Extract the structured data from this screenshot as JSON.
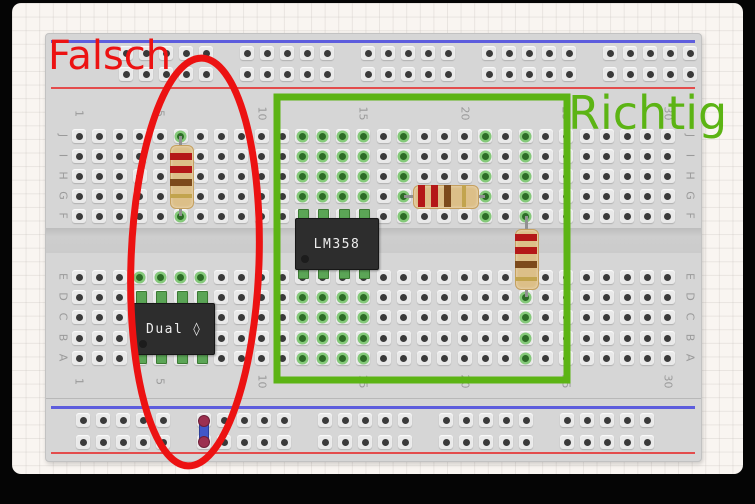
{
  "annotations": {
    "wrong_label": "Falsch",
    "wrong_color": "#ec1212",
    "right_label": "Richtig",
    "right_color": "#5cb414"
  },
  "board": {
    "row_labels_top": [
      "J",
      "I",
      "H",
      "G",
      "F"
    ],
    "row_labels_bottom": [
      "E",
      "D",
      "C",
      "B",
      "A"
    ],
    "column_numbers": [
      {
        "label": "1",
        "col": 1
      },
      {
        "label": "5",
        "col": 5
      },
      {
        "label": "10",
        "col": 10
      },
      {
        "label": "15",
        "col": 15
      },
      {
        "label": "20",
        "col": 20
      },
      {
        "label": "25",
        "col": 25
      },
      {
        "label": "30",
        "col": 30
      }
    ],
    "label_color": "#9a9a9a",
    "blue_line_color": "#5d5ddd",
    "red_line_color": "#e34c4c"
  },
  "components": {
    "ic_correct": {
      "label": "LM358",
      "body_color": "#2d2d2d",
      "text_color": "#ededed"
    },
    "ic_wrong": {
      "label": "Dual ◊",
      "body_color": "#2d2d2d",
      "text_color": "#ededed"
    },
    "resistor_body_color": "#dcbf88",
    "resistor_band_colors": [
      "#b41818",
      "#b41818",
      "#7c4a1c",
      "#c2a44e"
    ],
    "jumper_color": "#4157c9"
  },
  "connections": {
    "green_top": [
      {
        "col": 6,
        "rows": [
          "J",
          "F"
        ]
      },
      {
        "col": 12,
        "rows": [
          "J",
          "I",
          "H",
          "G"
        ]
      },
      {
        "col": 13,
        "rows": [
          "J",
          "I",
          "H",
          "G"
        ]
      },
      {
        "col": 14,
        "rows": [
          "J",
          "I",
          "H",
          "G"
        ]
      },
      {
        "col": 15,
        "rows": [
          "J",
          "I",
          "H",
          "G"
        ]
      },
      {
        "col": 17,
        "rows": [
          "J",
          "I",
          "H",
          "G",
          "F"
        ]
      },
      {
        "col": 21,
        "rows": [
          "J",
          "I",
          "H",
          "G",
          "F"
        ]
      },
      {
        "col": 23,
        "rows": [
          "J",
          "I",
          "H",
          "G",
          "F"
        ]
      }
    ],
    "green_bottom": [
      {
        "col": 4,
        "rows": [
          "E"
        ]
      },
      {
        "col": 5,
        "rows": [
          "E"
        ]
      },
      {
        "col": 6,
        "rows": [
          "E"
        ]
      },
      {
        "col": 7,
        "rows": [
          "E"
        ]
      },
      {
        "col": 12,
        "rows": [
          "D",
          "C",
          "B",
          "A"
        ]
      },
      {
        "col": 13,
        "rows": [
          "D",
          "C",
          "B",
          "A"
        ]
      },
      {
        "col": 14,
        "rows": [
          "D",
          "C",
          "B",
          "A"
        ]
      },
      {
        "col": 15,
        "rows": [
          "D",
          "C",
          "B",
          "A"
        ]
      },
      {
        "col": 23,
        "rows": [
          "D",
          "C",
          "B",
          "A"
        ]
      }
    ]
  }
}
